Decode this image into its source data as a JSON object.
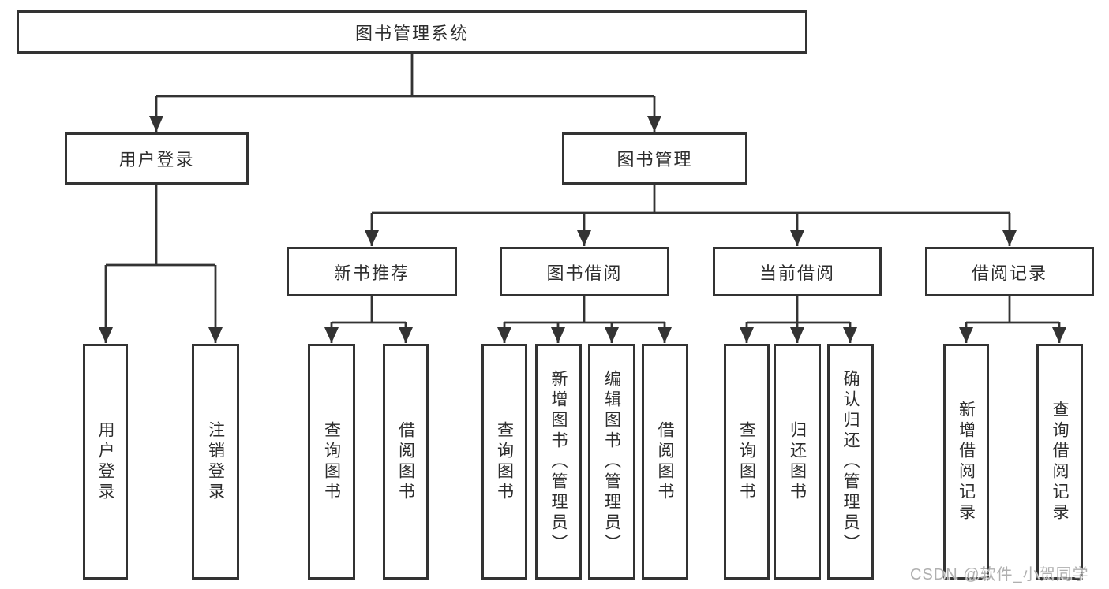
{
  "colors": {
    "line": "#333333",
    "box_border": "#333333",
    "text": "#2d2d2d",
    "watermark": "#acacac",
    "background": "#ffffff"
  },
  "diagram": {
    "root": {
      "label": "图书管理系统"
    },
    "branches": [
      {
        "label": "用户登录",
        "children": [
          {
            "label": "用户登录"
          },
          {
            "label": "注销登录"
          }
        ]
      },
      {
        "label": "图书管理",
        "children": [
          {
            "label": "新书推荐",
            "children": [
              {
                "label": "查询图书"
              },
              {
                "label": "借阅图书"
              }
            ]
          },
          {
            "label": "图书借阅",
            "children": [
              {
                "label": "查询图书"
              },
              {
                "label": "新增图书（管理员）"
              },
              {
                "label": "编辑图书（管理员）"
              },
              {
                "label": "借阅图书"
              }
            ]
          },
          {
            "label": "当前借阅",
            "children": [
              {
                "label": "查询图书"
              },
              {
                "label": "归还图书"
              },
              {
                "label": "确认归还（管理员）"
              }
            ]
          },
          {
            "label": "借阅记录",
            "children": [
              {
                "label": "新增借阅记录"
              },
              {
                "label": "查询借阅记录"
              }
            ]
          }
        ]
      }
    ],
    "watermark": "CSDN @软件_小贺同学"
  }
}
